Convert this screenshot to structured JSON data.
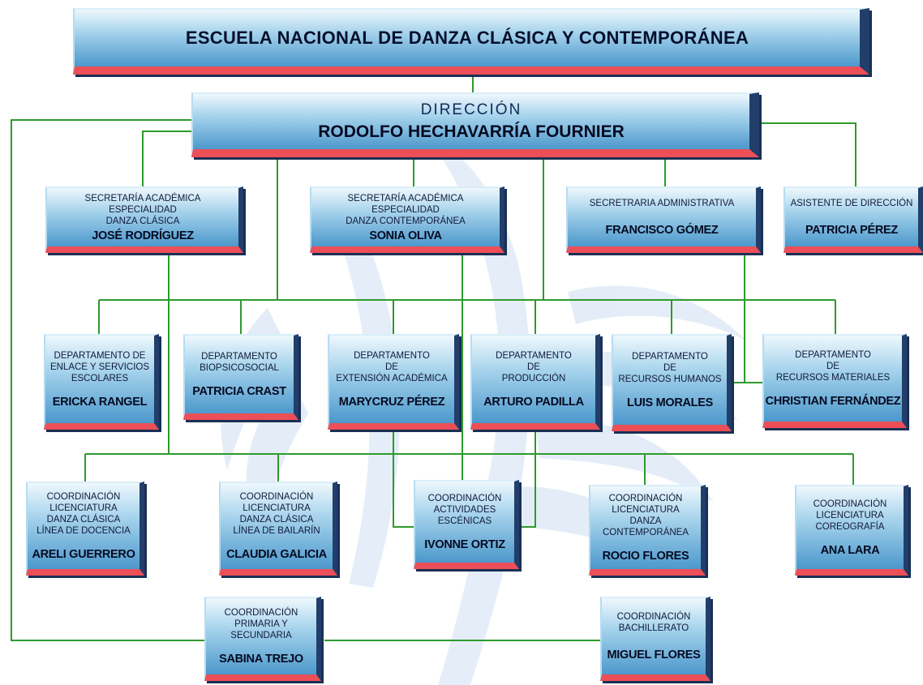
{
  "title": "ESCUELA NACIONAL DE DANZA CLÁSICA Y CONTEMPORÁNEA",
  "direccion": {
    "label": "DIRECCIÓN",
    "name": "RODOLFO HECHAVARRÍA FOURNIER"
  },
  "secretarias": [
    {
      "label": "SECRETARÍA ACADÉMICA\nESPECIALIDAD\nDANZA CLÁSICA",
      "name": "JOSÉ RODRÍGUEZ"
    },
    {
      "label": "SECRETARÍA ACADÉMICA\nESPECIALIDAD\nDANZA CONTEMPORÁNEA",
      "name": "SONIA OLIVA"
    },
    {
      "label": "SECRETRARIA ADMINISTRATIVA",
      "name": "FRANCISCO GÓMEZ"
    },
    {
      "label": "ASISTENTE DE DIRECCIÓN",
      "name": "PATRICIA PÉREZ"
    }
  ],
  "departamentos": [
    {
      "label": "DEPARTAMENTO DE\nENLACE Y SERVICIOS\nESCOLARES",
      "name": "ERICKA RANGEL"
    },
    {
      "label": "DEPARTAMENTO\nBIOPSICOSOCIAL",
      "name": "PATRICIA CRAST"
    },
    {
      "label": "DEPARTAMENTO\nDE\nEXTENSIÓN ACADÉMICA",
      "name": "MARYCRUZ PÉREZ"
    },
    {
      "label": "DEPARTAMENTO\nDE\nPRODUCCIÓN",
      "name": "ARTURO PADILLA"
    },
    {
      "label": "DEPARTAMENTO\nDE\nRECURSOS HUMANOS",
      "name": "LUIS MORALES"
    },
    {
      "label": "DEPARTAMENTO\nDE\nRECURSOS MATERIALES",
      "name": "CHRISTIAN FERNÁNDEZ"
    }
  ],
  "coordinaciones": [
    {
      "label": "COORDINACIÓN\nLICENCIATURA\nDANZA CLÁSICA\nLÍNEA DE DOCENCIA",
      "name": "ARELI GUERRERO"
    },
    {
      "label": "COORDINACIÓN\nLICENCIATURA\nDANZA CLÁSICA\nLÍNEA DE BAILARÍN",
      "name": "CLAUDIA GALICIA"
    },
    {
      "label": "COORDINACIÓN\nACTIVIDADES\nESCÉNICAS",
      "name": "IVONNE ORTIZ"
    },
    {
      "label": "COORDINACIÓN\nLICENCIATURA\nDANZA\nCONTEMPORÁNEA",
      "name": "ROCIO FLORES"
    },
    {
      "label": "COORDINACIÓN\nLICENCIATURA\nCOREOGRAFÍA",
      "name": "ANA LARA"
    },
    {
      "label": "COORDINACIÓN\nPRIMARIA Y\nSECUNDARIA",
      "name": "SABINA TREJO"
    },
    {
      "label": "COORDINACIÓN\nBACHILLERATO",
      "name": "MIGUEL FLORES"
    }
  ],
  "colors": {
    "connector": "#2e9a2e",
    "box_top": "#eef8fd",
    "box_bottom": "#4c98cc",
    "box_edge_red": "#ec4f57",
    "box_edge_navy": "#223e6a"
  }
}
